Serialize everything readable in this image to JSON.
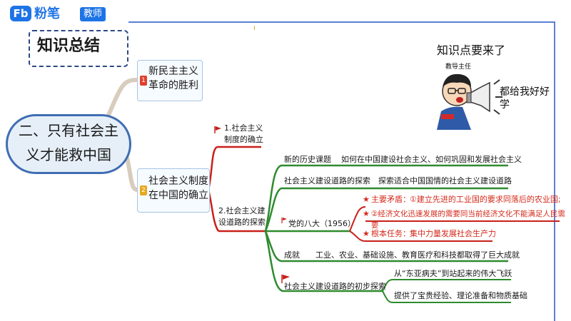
{
  "header": {
    "logo_mark": "Fb",
    "logo_text": "粉笔",
    "logo_badge": "教师",
    "section_title": "知识总结"
  },
  "mindmap": {
    "root": "二、只有社会主义才能救中国",
    "root_lines": [
      "二、只有社会主",
      "义才能救中国"
    ],
    "branch1": {
      "number": "1",
      "lines": [
        "新民主主义",
        "革命的胜利"
      ]
    },
    "branch2": {
      "number": "2",
      "lines": [
        "社会主义制度",
        "在中国的确立"
      ],
      "sub1": {
        "lines": [
          "1.社会主义",
          "制度的确立"
        ]
      },
      "sub2": {
        "lines": [
          "2.社会主义建",
          "设道路的探索"
        ],
        "rows": [
          {
            "label": "新的历史课题",
            "value": "如何在中国建设社会主义、如何巩固和发展社会主义"
          },
          {
            "label": "社会主义建设道路的探索",
            "value": "探索适合中国国情的社会主义建设道路"
          },
          {
            "label": "党的八大（1956）",
            "contradiction_label": "主要矛盾：",
            "contradiction_1": "①建立先进的工业国的要求同落后的农业国;",
            "contradiction_2": "②经济文化迅速发展的需要同当前经济文化不能满足人民需要",
            "task_label": "根本任务：",
            "task_value": "集中力量发展社会生产力"
          },
          {
            "label": "成就",
            "value": "工业、农业、基础设施、教育医疗和科技都取得了巨大成就"
          },
          {
            "label": "社会主义建设道路的初步探索",
            "value_1": "从“东亚病夫”到站起来的伟大飞跃",
            "value_2": "提供了宝贵经验、理论准备和物质基础"
          }
        ]
      }
    }
  },
  "cartoon": {
    "speech_top": "知识点要来了",
    "armband_label": "教导主任",
    "speech_side": "都给我好好学"
  },
  "colors": {
    "brand": "#1e74e6",
    "frame": "#5a7fd6",
    "root_border": "#3f6db3",
    "branch_green": "#2e8b2e",
    "branch_red": "#c8201a",
    "accent_text_red": "#d42a1b"
  }
}
